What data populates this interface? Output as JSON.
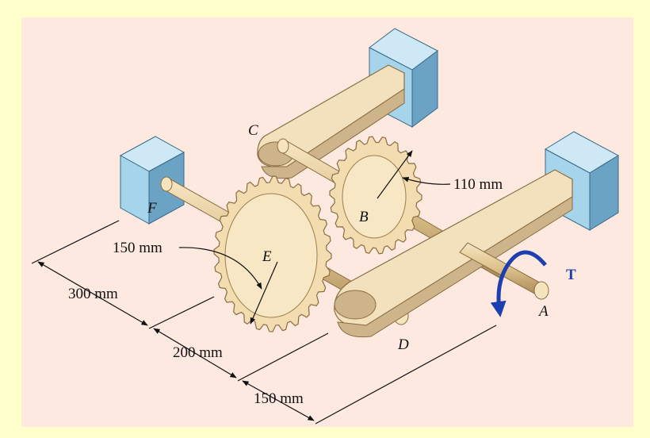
{
  "colors": {
    "page": "#ffffcc",
    "panel": "#fde9e0",
    "support_front": "#a6d4ea",
    "support_side": "#6ba3c4",
    "support_top": "#cfe8f5",
    "arm": "#f3e0bd",
    "arm_dark": "#cdb48a",
    "shaft": "#e0c690",
    "gear": "#f2dcb0",
    "gear_dark": "#c9a873",
    "torque_arrow": "#1e3fb0"
  },
  "points": {
    "A": "A",
    "B": "B",
    "C": "C",
    "D": "D",
    "E": "E",
    "F": "F"
  },
  "torque_label": "T",
  "dims": {
    "gear_b_radius": "110 mm",
    "gear_e_radius": "150 mm",
    "len_1": "300 mm",
    "len_2": "200 mm",
    "len_3": "150 mm"
  }
}
